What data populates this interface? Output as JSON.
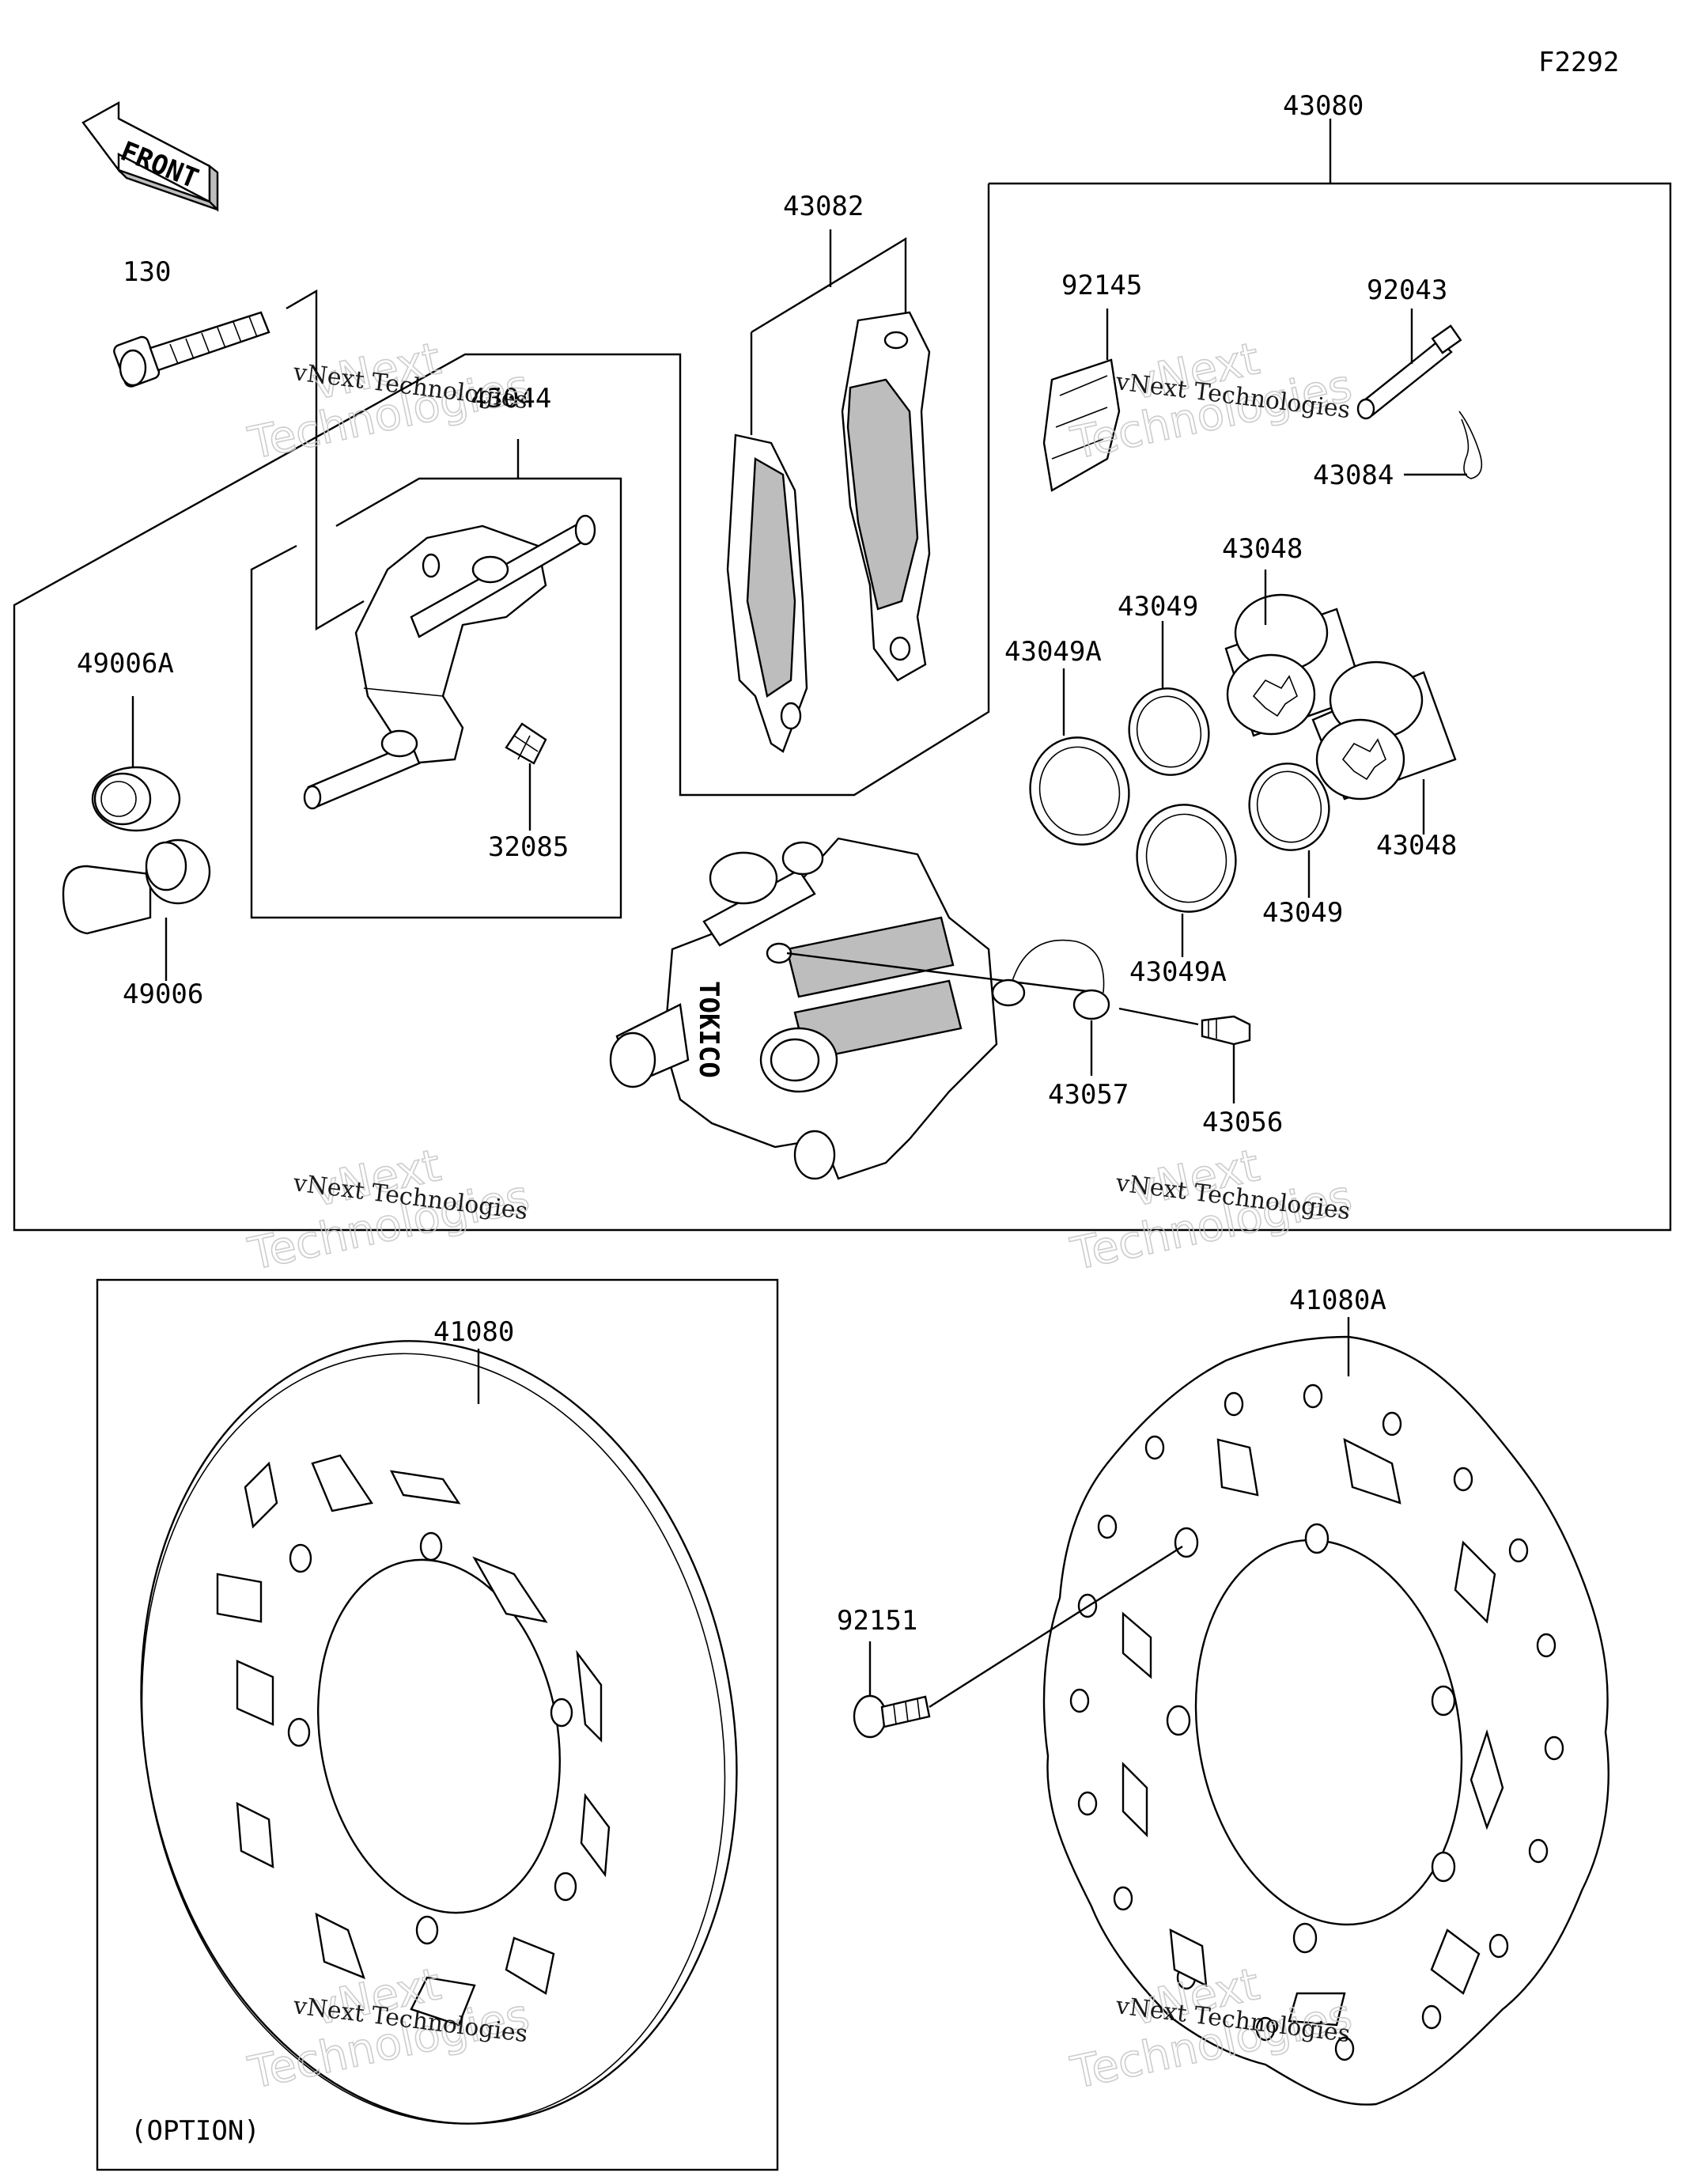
{
  "figure_code": "F2292",
  "front_label": "FRONT",
  "option_label": "(OPTION)",
  "caliper_brand": "TOKICO",
  "watermark": {
    "line1": "vNext Technologies",
    "line2": "Technologies",
    "line3": "vNext"
  },
  "parts": {
    "p130": "130",
    "p43044": "43044",
    "p32085": "32085",
    "p49006A": "49006A",
    "p49006": "49006",
    "p43082": "43082",
    "p43080": "43080",
    "p92145": "92145",
    "p92043": "92043",
    "p43084": "43084",
    "p43048a": "43048",
    "p43048b": "43048",
    "p43049a": "43049",
    "p43049b": "43049",
    "p43049Aa": "43049A",
    "p43049Ab": "43049A",
    "p43057": "43057",
    "p43056": "43056",
    "p41080": "41080",
    "p41080A": "41080A",
    "p92151": "92151"
  }
}
